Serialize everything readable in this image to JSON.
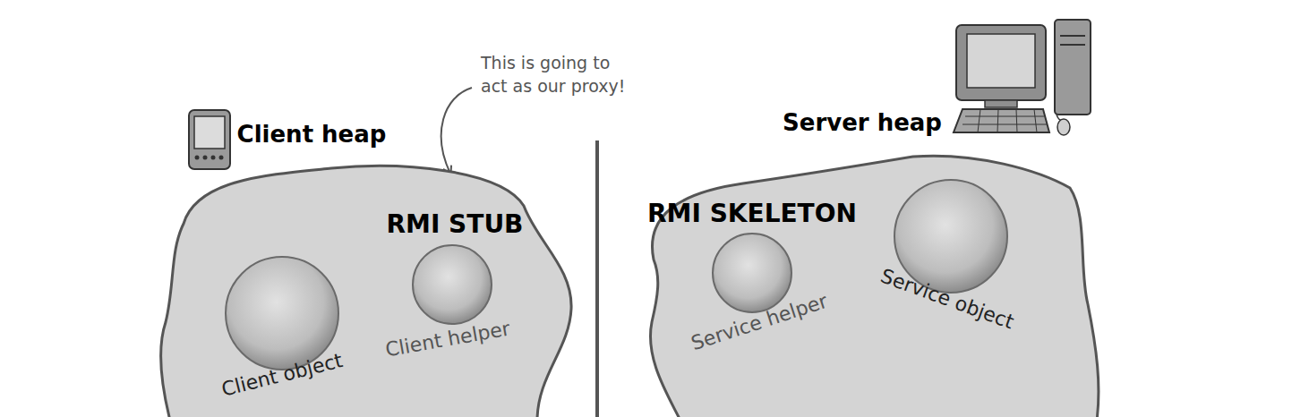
{
  "diagram": {
    "nodes": [
      {
        "text": [
          "Client heap"
        ]
      },
      {
        "text": [
          "Client object"
        ],
        "in": 0
      },
      {
        "text": [
          "RMI STUB",
          "Client helper"
        ],
        "in": 0
      },
      {
        "text": [
          "Server heap"
        ]
      },
      {
        "text": [
          "RMI SKELETON",
          "Service helper"
        ],
        "in": 3
      },
      {
        "text": [
          "Service object"
        ],
        "in": 3
      }
    ],
    "labels": [
      "This is going to act as our proxy!"
    ]
  }
}
